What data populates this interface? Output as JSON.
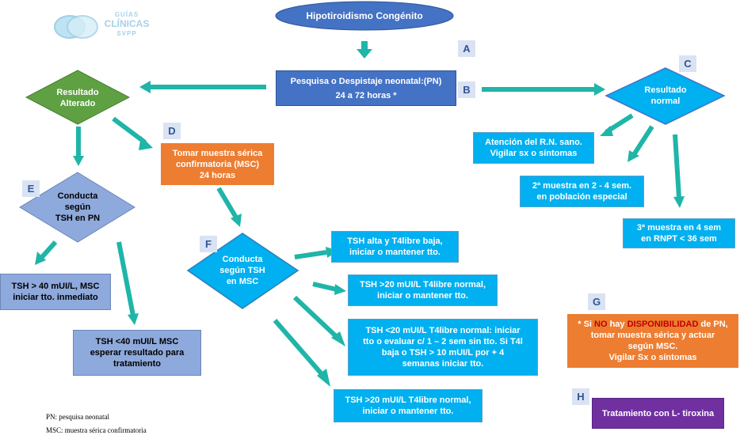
{
  "logo": {
    "line1": "GUÍAS",
    "line2": "CLÍNICAS",
    "line3": "SVPP"
  },
  "nodes": {
    "title": "Hipotiroidismo Congénito",
    "pn": "Pesquisa o Despistaje neonatal:(PN)\n24 a 72 horas *",
    "altered": "Resultado\nAlterado",
    "normal": "Resultado\nnormal",
    "confirm_sample": "Tomar muestra sérica\nconfirmatoria (MSC)\n24 horas",
    "conducta_pn": "Conducta\nsegún\nTSH en PN",
    "conducta_msc": "Conducta\nsegún TSH\nen MSC",
    "tsh_gt40": "TSH > 40 mUI/L, MSC\niniciar tto. inmediato",
    "tsh_lt40": "TSH <40 mUI/L MSC\nesperar resultado para\ntratamiento",
    "atencion": "Atención del R.N. sano.\nVigilar sx o síntomas",
    "segunda": "2ª  muestra en 2 - 4 sem.\nen población especial",
    "tercera": "3ª muestra en 4  sem\nen RNPT < 36 sem",
    "msc1": "TSH alta y T4libre baja,\niniciar o mantener tto.",
    "msc2": "TSH >20 mUI/L T4libre normal,\niniciar o mantener tto.",
    "msc3": "TSH <20 mUI/L T4libre normal: iniciar\ntto o evaluar c/ 1 – 2 sem sin tto. Si T4l\nbaja o TSH > 10 mUI/L por + 4\nsemanas iniciar tto.",
    "msc4": "TSH >20 mUI/L T4libre normal,\niniciar o mantener tto.",
    "no_disponible": {
      "p1": "* Si ",
      "p2": "NO",
      "p3": " hay ",
      "p4": "DISPONIBILIDAD",
      "p5": " de PN,\ntomar muestra sérica y actuar\nsegún MSC.\nVigilar Sx o síntomas"
    },
    "tratamiento": "Tratamiento con L- tiroxina"
  },
  "letters": [
    "A",
    "B",
    "C",
    "D",
    "E",
    "F",
    "G",
    "H"
  ],
  "footnotes": {
    "pn": "PN: pesquisa neonatal",
    "msc": "MSC: muestra sérica confirmatoria"
  },
  "colors": {
    "arrow": "#1fb5a8",
    "green_diamond": "#5fa043",
    "blue": "#00b0f0",
    "steel": "#4472c4",
    "lavender": "#8ea9db",
    "orange": "#ed7d31",
    "purple": "#7030a0"
  }
}
